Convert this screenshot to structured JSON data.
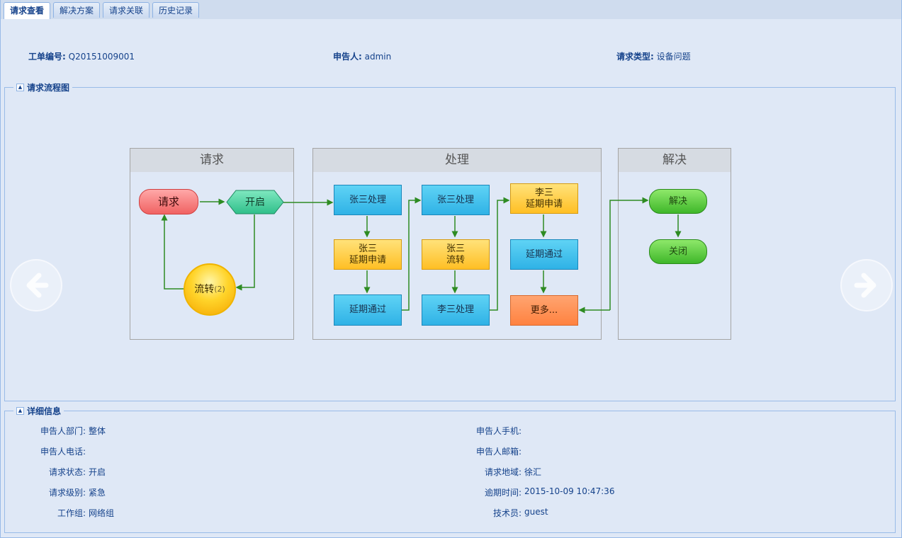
{
  "tabs": [
    {
      "label": "请求查看",
      "active": true
    },
    {
      "label": "解决方案",
      "active": false
    },
    {
      "label": "请求关联",
      "active": false
    },
    {
      "label": "历史记录",
      "active": false
    }
  ],
  "header": {
    "ticket_label": "工单编号:",
    "ticket_value": "Q20151009001",
    "requester_label": "申告人:",
    "requester_value": "admin",
    "type_label": "请求类型:",
    "type_value": "设备问题"
  },
  "flow_section": {
    "title": "请求流程图",
    "lanes": [
      "请求",
      "处理",
      "解决"
    ],
    "nodes": {
      "request": "请求",
      "open": "开启",
      "transfer": "流转",
      "transfer_count": "(2)",
      "zs_handle_1": "张三处理",
      "zs_delay_request": "张三\n延期申请",
      "delay_pass_1": "延期通过",
      "zs_handle_2": "张三处理",
      "zs_transfer": "张三\n流转",
      "ls_handle": "李三处理",
      "ls_delay_request": "李三\n延期申请",
      "delay_pass_2": "延期通过",
      "more": "更多...",
      "resolve": "解决",
      "close": "关闭"
    }
  },
  "detail_section": {
    "title": "详细信息",
    "left": [
      {
        "label": "申告人部门:",
        "value": "整体"
      },
      {
        "label": "申告人电话:",
        "value": ""
      },
      {
        "label": "请求状态:",
        "value": "开启"
      },
      {
        "label": "请求级别:",
        "value": "紧急"
      },
      {
        "label": "工作组:",
        "value": "网络组"
      }
    ],
    "right": [
      {
        "label": "申告人手机:",
        "value": ""
      },
      {
        "label": "申告人邮箱:",
        "value": ""
      },
      {
        "label": "请求地域:",
        "value": "徐汇"
      },
      {
        "label": "逾期时间:",
        "value": "2015-10-09 10:47:36"
      },
      {
        "label": "技术员:",
        "value": "guest"
      }
    ]
  },
  "colors": {
    "panel_bg": "#dfe8f6",
    "border": "#99bbe8",
    "text": "#15428b",
    "wire": "#2e8b22"
  }
}
